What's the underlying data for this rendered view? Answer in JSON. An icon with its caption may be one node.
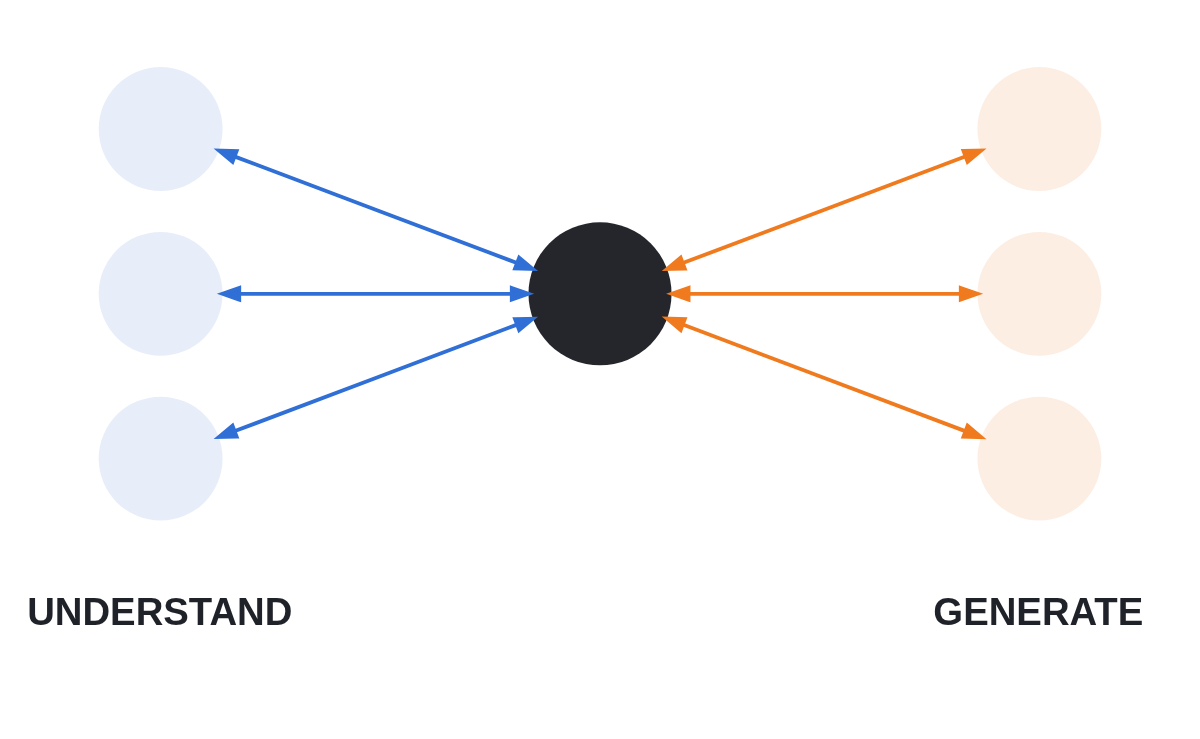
{
  "diagram": {
    "nodes": [
      {
        "text": [],
        "shape": "circle"
      },
      {
        "text": [],
        "shape": "circle"
      },
      {
        "text": [],
        "shape": "circle"
      },
      {
        "text": [],
        "shape": "circle"
      },
      {
        "text": [],
        "shape": "circle"
      },
      {
        "text": [],
        "shape": "circle"
      },
      {
        "text": [],
        "shape": "circle"
      }
    ],
    "edges": [
      {
        "from": 0,
        "to": 3,
        "arrow": "both",
        "color": "#2f6fd6"
      },
      {
        "from": 1,
        "to": 3,
        "arrow": "both",
        "color": "#2f6fd6"
      },
      {
        "from": 2,
        "to": 3,
        "arrow": "both",
        "color": "#2f6fd6"
      },
      {
        "from": 3,
        "to": 4,
        "arrow": "both",
        "color": "#f07a1e"
      },
      {
        "from": 3,
        "to": 5,
        "arrow": "both",
        "color": "#f07a1e"
      },
      {
        "from": 3,
        "to": 6,
        "arrow": "both",
        "color": "#f07a1e"
      }
    ],
    "labels": [
      "UNDERSTAND",
      "GENERATE"
    ]
  }
}
